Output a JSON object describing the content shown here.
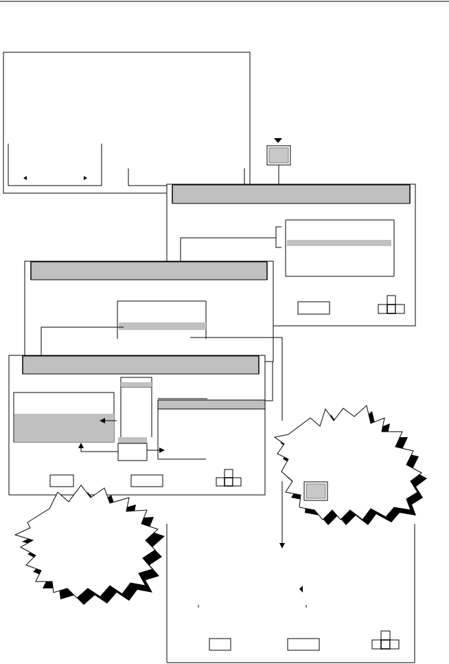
{
  "page": {
    "header_rule": true
  },
  "diagram": {
    "description_text": [],
    "palette": {
      "line": "#000000",
      "titlebar": "#c0c0c0",
      "highlight": "#c0c0c0",
      "key": "#c8c8c8",
      "shadow": "#000000",
      "paper": "#ffffff"
    },
    "screens": [
      {
        "id": "screen-1",
        "kind": "menu-window"
      },
      {
        "id": "screen-2",
        "kind": "list-dialog"
      },
      {
        "id": "screen-3",
        "kind": "list-dialog"
      },
      {
        "id": "screen-4",
        "kind": "multi-list-dialog"
      },
      {
        "id": "screen-5",
        "kind": "result-window"
      }
    ],
    "callouts": [
      {
        "id": "callout-right",
        "text": ""
      },
      {
        "id": "callout-left",
        "text": ""
      }
    ],
    "keys": [
      {
        "id": "key-top",
        "icon": "keyboard-key-icon"
      },
      {
        "id": "key-callout",
        "icon": "keyboard-key-icon"
      }
    ]
  }
}
